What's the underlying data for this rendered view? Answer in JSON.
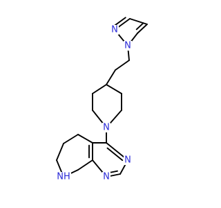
{
  "molecule": {
    "colors": {
      "bond": "#000000",
      "nitrogen": "#2b2bd8",
      "background": "#ffffff"
    },
    "atoms": [
      {
        "id": "n_pz1",
        "label": "N"
      },
      {
        "id": "n_pz2",
        "label": "N"
      },
      {
        "id": "n_pip",
        "label": "N"
      },
      {
        "id": "n_pyr3",
        "label": "N"
      },
      {
        "id": "n_pyr1",
        "label": "N"
      },
      {
        "id": "n_nh",
        "label": "NH"
      }
    ]
  }
}
